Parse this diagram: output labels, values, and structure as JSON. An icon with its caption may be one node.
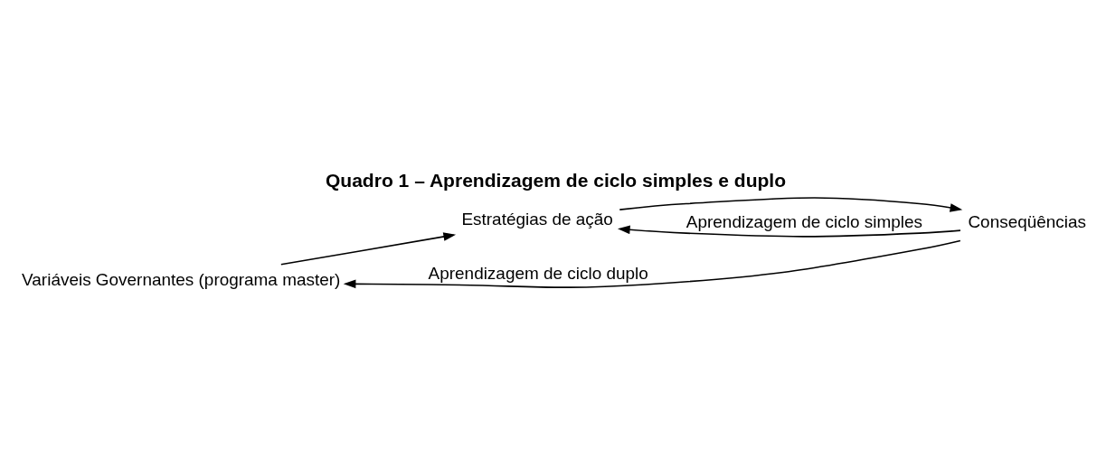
{
  "diagram": {
    "title": "Quadro 1 – Aprendizagem de ciclo simples e duplo",
    "nodes": [
      {
        "text": [
          "Variáveis Governantes (programa master)"
        ]
      },
      {
        "text": [
          "Estratégias de ação"
        ]
      },
      {
        "text": [
          "Conseqüências"
        ]
      }
    ],
    "edges": [
      {
        "from": 0,
        "to": 1,
        "arrow": "to"
      },
      {
        "from": 1,
        "to": 2,
        "arrow": "to"
      },
      {
        "from": 2,
        "to": 1,
        "arrow": "to",
        "label": "Aprendizagem de ciclo simples"
      },
      {
        "from": 2,
        "to": 0,
        "arrow": "to",
        "label": "Aprendizagem de ciclo duplo"
      }
    ]
  }
}
